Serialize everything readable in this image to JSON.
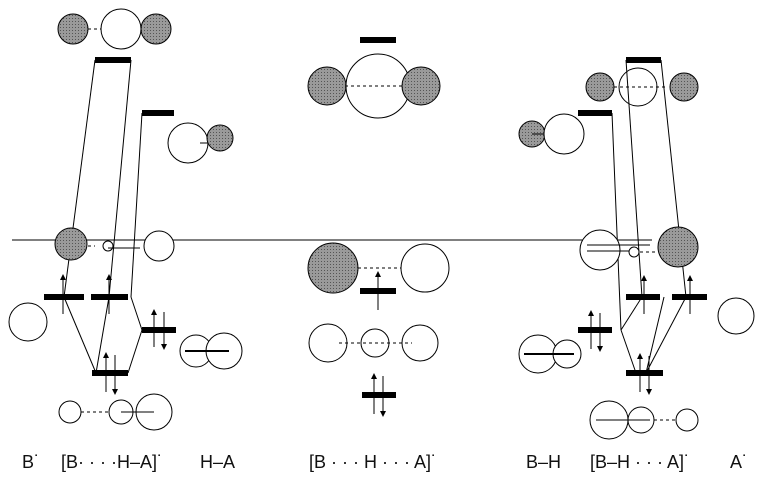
{
  "labels": {
    "b_radical": "B˙",
    "b_ha_complex": "[B· · · ·H–A]˙",
    "ha": "H–A",
    "bha_complex": "[B · · · H · · · A]˙",
    "bh": "B–H",
    "bh_a_complex": "[B–H · · · A]˙",
    "a_radical": "A˙"
  },
  "colors": {
    "shaded_lobe": "#8a8a8a",
    "line": "#000000",
    "background": "#ffffff"
  }
}
